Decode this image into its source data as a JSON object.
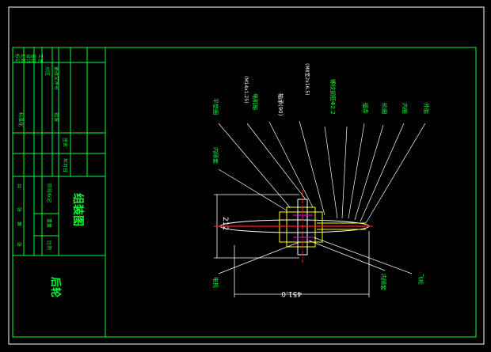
{
  "colors": {
    "background": "#000000",
    "border": "#ffffff",
    "frame": "#00ff33",
    "leader": "#ffffff",
    "centerline": "#ff2020"
  },
  "title_block": {
    "drawing_title": "组装图",
    "part_name": "后轮",
    "row_labels": [
      "标记",
      "处数",
      "设计",
      "审核",
      "工艺"
    ],
    "col_labels": [
      "分区",
      "更改文件号",
      "签名",
      "年月日"
    ],
    "extra_labels": [
      "标准化",
      "批准",
      "阶段标记",
      "重量",
      "比例",
      "共",
      "张",
      "第",
      "张"
    ]
  },
  "dimensions": {
    "height_label": "212",
    "width_label": "451.0"
  },
  "callouts": {
    "top": [
      "外胎",
      "内胎",
      "轮圈",
      "辐条",
      "螺纹钢筋Φ2.2",
      "(M8至2x16.5)",
      "轴承(90)",
      "电机轴",
      "(M14x1.25)",
      "平垫圈"
    ],
    "left": [
      "内隔套",
      "电机"
    ],
    "bottom_right": [
      "内隔套",
      "飞轮"
    ]
  }
}
